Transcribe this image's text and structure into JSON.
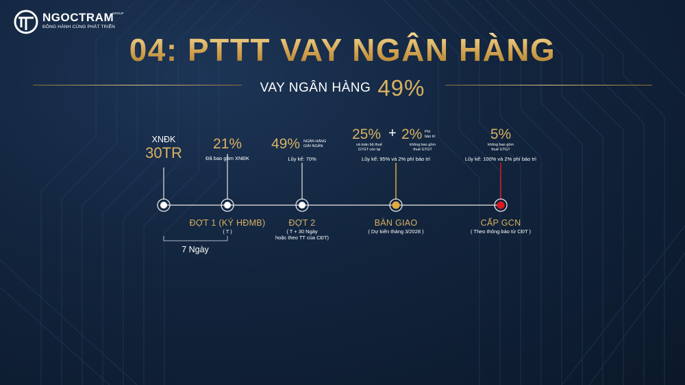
{
  "brand": {
    "name": "NGOCTRAM",
    "sup": "GROUP",
    "tagline": "ĐỒNG HÀNH CÙNG PHÁT TRIỂN"
  },
  "title": "04: PTTT VAY NGÂN HÀNG",
  "subtitle": {
    "label": "VAY NGÂN HÀNG",
    "percent": "49%"
  },
  "timeline": {
    "xndk": {
      "label": "XNĐK",
      "value": "30TR"
    },
    "dot1": {
      "percent": "21%",
      "note": "Đã bao gồm XNĐK",
      "name": "ĐỢT 1 (KÝ HĐMB)",
      "timing": "( T )"
    },
    "dot2": {
      "percent": "49%",
      "note_line1": "NGÂN HÀNG",
      "note_line2": "GIẢI NGÂN",
      "cumulative": "Lũy kế: 70%",
      "name": "ĐỢT 2",
      "timing_line1": "( T + 30 Ngày",
      "timing_line2": "hoặc theo TT của CĐT)"
    },
    "handover": {
      "percent": "25%",
      "note_line1": "và toàn bộ thuế",
      "note_line2": "GTGT còn lại",
      "plus": "+",
      "fee_percent": "2%",
      "fee_line1": "Phí",
      "fee_line2": "bảo trì",
      "fee_note_line1": "không bao gồm",
      "fee_note_line2": "thuế GTGT",
      "cumulative": "Lũy kế: 95% và 2% phí bảo trì",
      "name": "BÀN GIAO",
      "timing": "( Dự kiến tháng 3/2028 )"
    },
    "certificate": {
      "percent": "5%",
      "note_line1": "không bao gồm",
      "note_line2": "thuế GTGT",
      "cumulative": "Lũy kế: 100% và 2% phí bảo trì",
      "name": "CẤP GCN",
      "timing": "( Theo thông báo từ CĐT )"
    },
    "duration": "7 Ngày"
  },
  "colors": {
    "gold": "#d9b263",
    "handover_node": "#e3a93c",
    "certificate_node": "#e0161e",
    "background": "#12243d"
  }
}
